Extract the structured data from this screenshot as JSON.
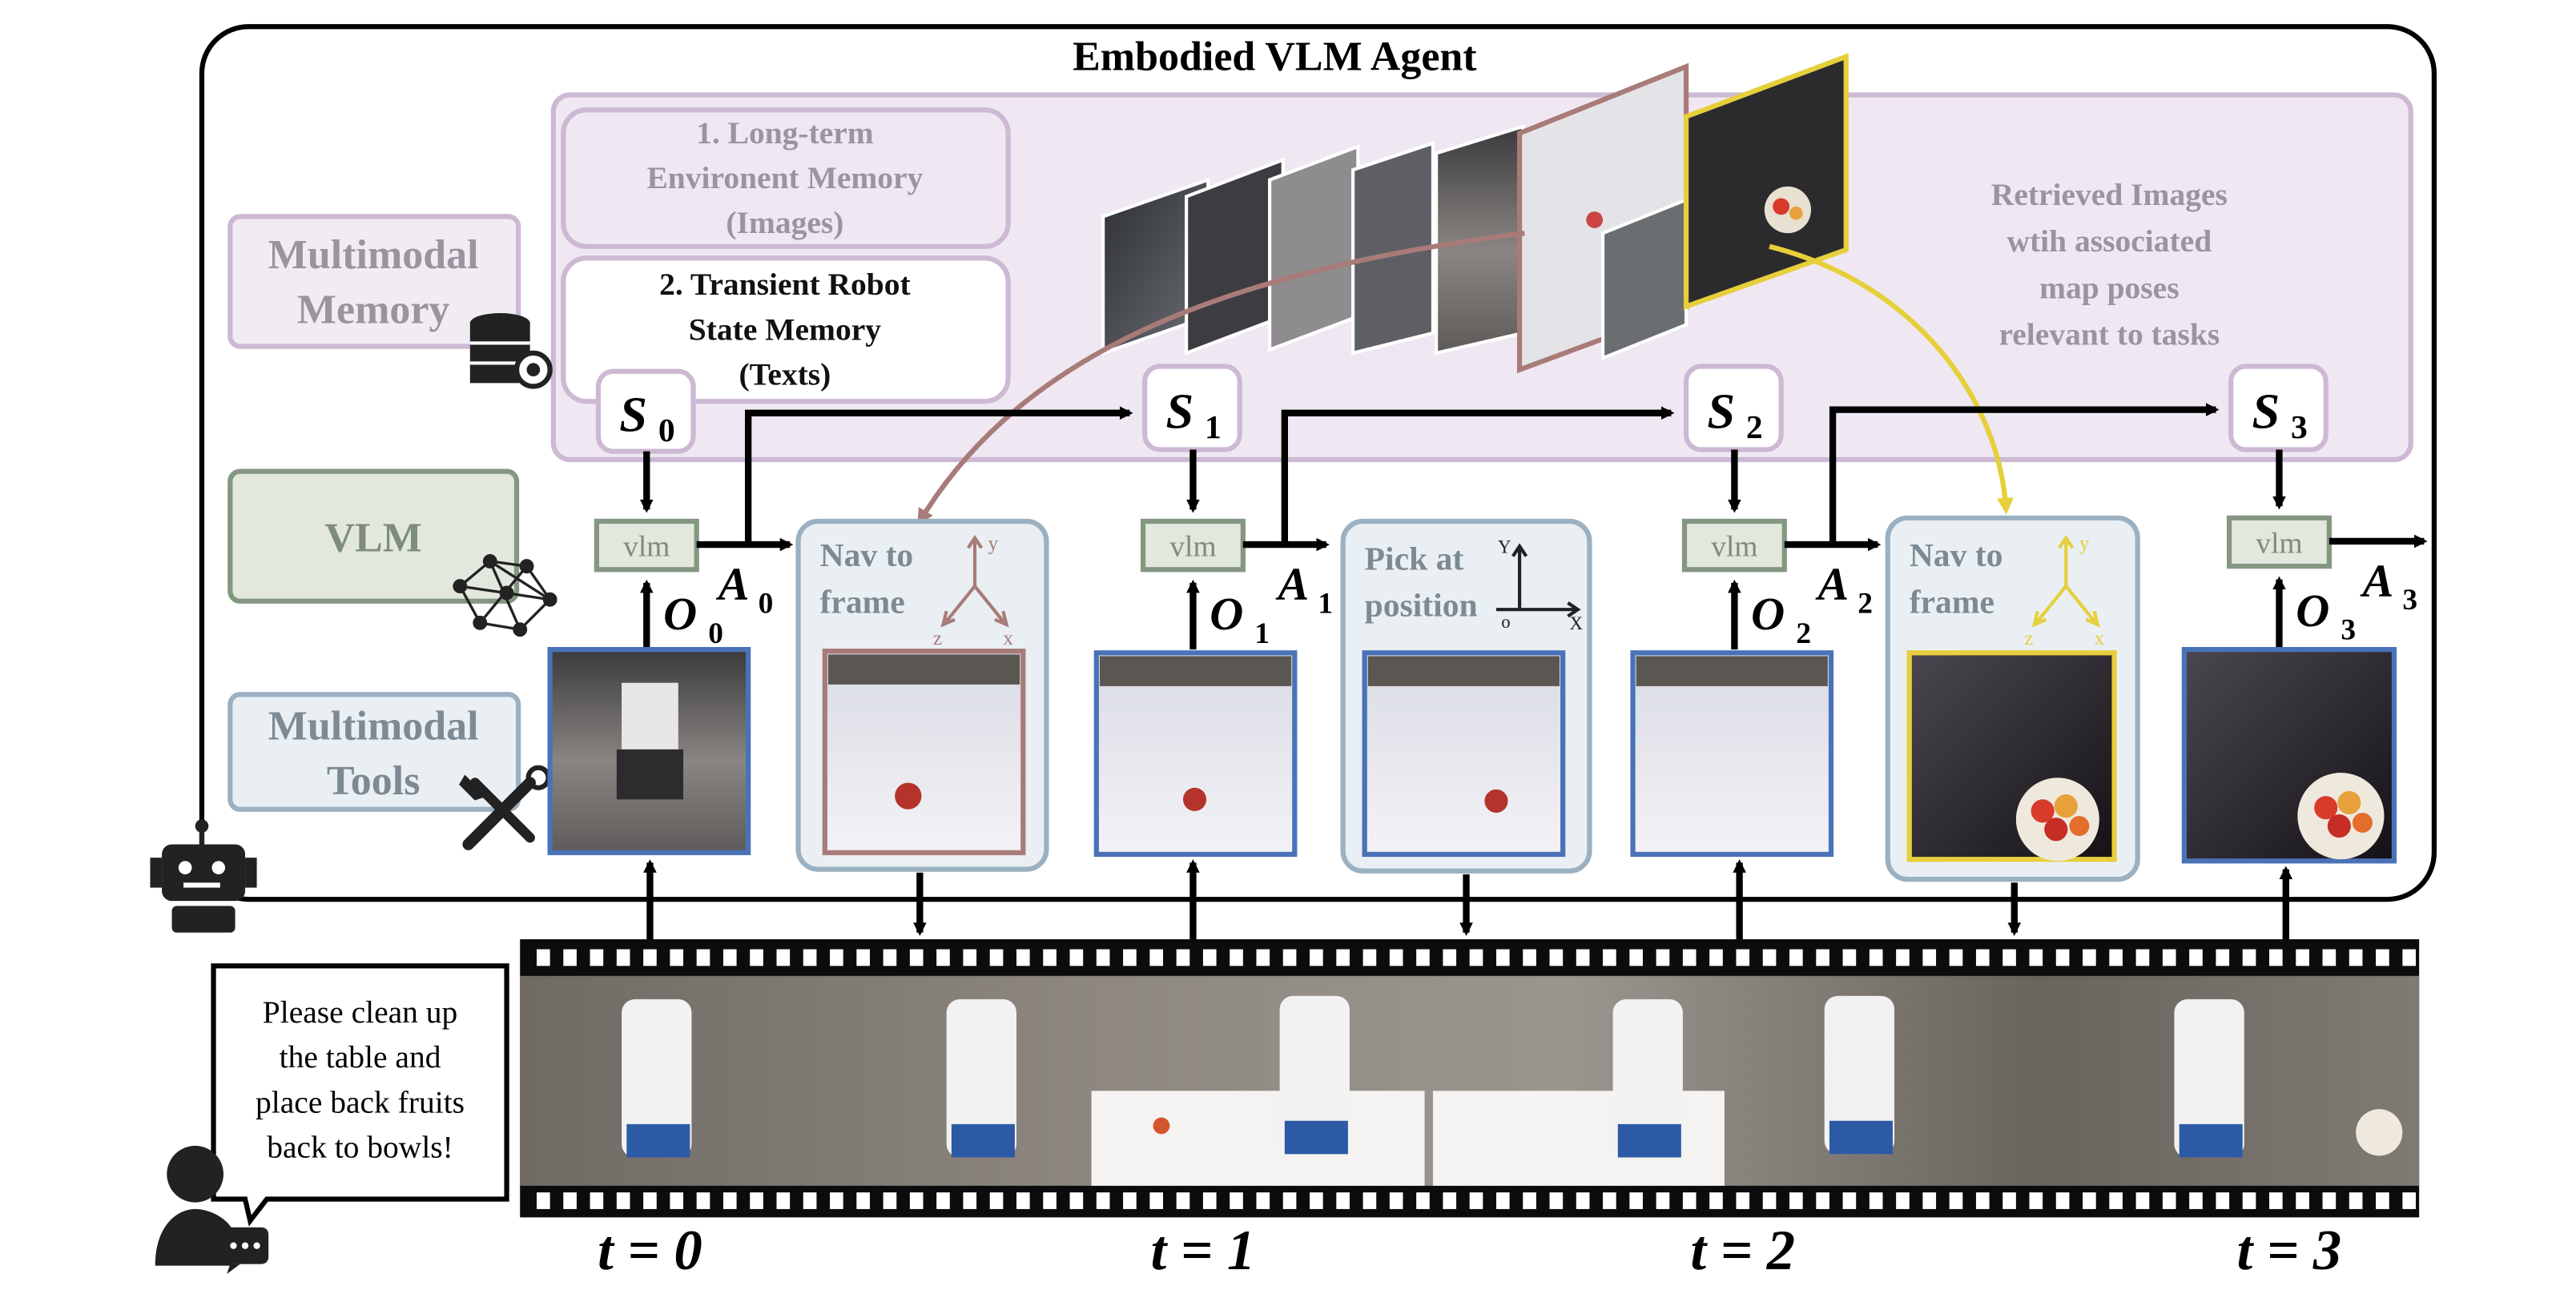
{
  "title": "Embodied VLM Agent",
  "memory": {
    "box_label": "Multimodal\nMemory",
    "long_term": "1. Long-term\nEnvironent Memory\n(Images)",
    "transient": "2. Transient Robot\nState Memory\n(Texts)",
    "retrieved": "Retrieved Images\nwtih associated\nmap poses\nrelevant to tasks"
  },
  "vlm_label": "VLM",
  "tools_label": "Multimodal\nTools",
  "vlm_block": "vlm",
  "states": [
    "S",
    "S",
    "S",
    "S"
  ],
  "state_sub": [
    "0",
    "1",
    "2",
    "3"
  ],
  "obs": [
    "O",
    "O",
    "O",
    "O"
  ],
  "obs_sub": [
    "0",
    "1",
    "2",
    "3"
  ],
  "acts": [
    "A",
    "A",
    "A",
    "A"
  ],
  "act_sub": [
    "0",
    "1",
    "2",
    "3"
  ],
  "tools": [
    {
      "label": "Nav to\nframe",
      "axes": [
        "y",
        "z",
        "x"
      ],
      "color": "#a87b78"
    },
    {
      "label": "Pick at\nposition",
      "axes": [
        "Y",
        "o",
        "X"
      ],
      "color": "#222222"
    },
    {
      "label": "Nav to\nframe",
      "axes": [
        "y",
        "z",
        "x"
      ],
      "color": "#e6cf3a"
    }
  ],
  "instruction": "Please clean up\nthe table and\nplace back fruits\nback to bowls!",
  "timesteps": [
    "t = 0",
    "t = 1",
    "t = 2",
    "t = 3"
  ],
  "colors": {
    "memory_border": "#cdb9d3",
    "memory_fill": "#efe8f2",
    "vlm_border": "#849782",
    "vlm_fill": "#e2e8dd",
    "tools_border": "#9bb1c2",
    "tools_fill": "#e9eff3",
    "obs_border": "#4a72b8",
    "nav_frame": "#a87b78",
    "retrieved_yellow": "#e6cf3a"
  }
}
